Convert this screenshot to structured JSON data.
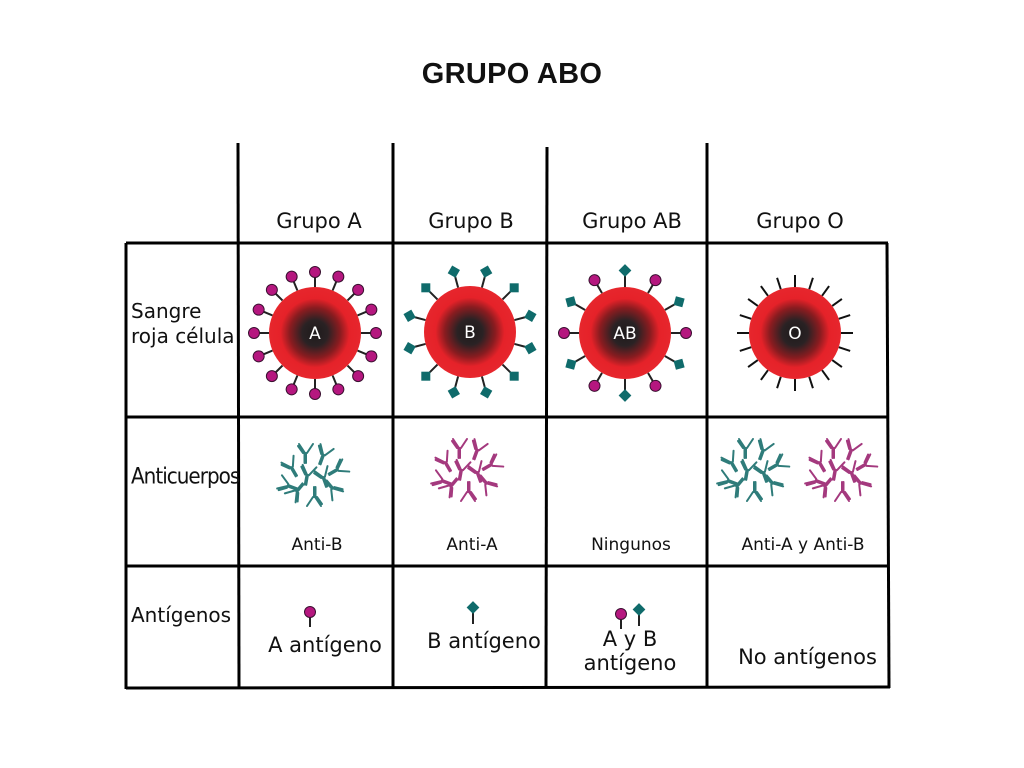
{
  "title": "GRUPO ABO",
  "columns": [
    "Grupo A",
    "Grupo B",
    "Grupo AB",
    "Grupo O"
  ],
  "rows": {
    "cell": [
      "Sangre",
      "roja célula"
    ],
    "antibodies": "Anticuerpos",
    "antigens": "Antígenos"
  },
  "cell_letters": [
    "A",
    "B",
    "AB",
    "O"
  ],
  "antibody_labels": [
    "Anti-B",
    "Anti-A",
    "Ningunos",
    "Anti-A y Anti-B"
  ],
  "antigen_labels": {
    "a": "A antígeno",
    "b": "B antígeno",
    "ab": [
      "A y B",
      "antígeno"
    ],
    "o": "No antígenos"
  },
  "colors": {
    "cell_red": "#e52229",
    "cell_core": "#231f20",
    "antigen_a": "#b5177f",
    "antigen_b": "#0f6b6b",
    "antibody_teal": "#2f7c7a",
    "antibody_magenta": "#a4397e"
  }
}
